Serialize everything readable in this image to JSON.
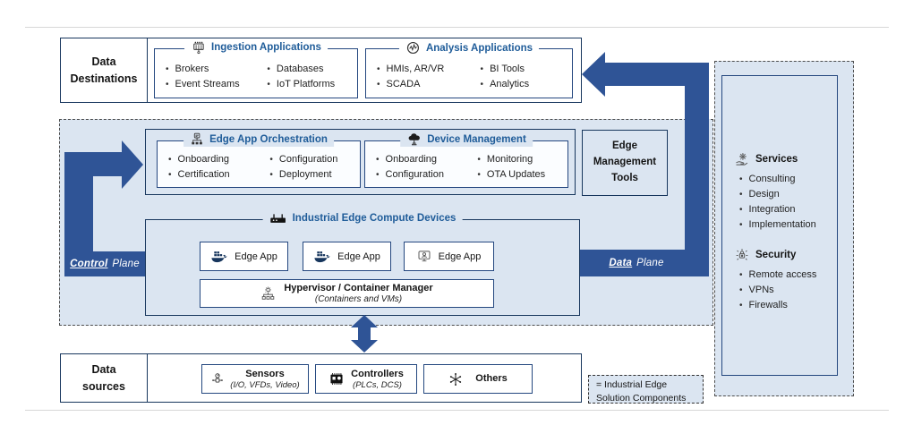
{
  "colors": {
    "arrow_blue": "#2f5496",
    "title_blue": "#1f5c99",
    "panel_fill": "#dbe5f1",
    "border_navy": "#17365d"
  },
  "top_section": {
    "label": {
      "line1": "Data",
      "line2": "Destinations"
    },
    "ingestion": {
      "title": "Ingestion Applications",
      "items": [
        "Brokers",
        "Databases",
        "Event Streams",
        "IoT Platforms"
      ]
    },
    "analysis": {
      "title": "Analysis Applications",
      "items": [
        "HMIs, AR/VR",
        "BI Tools",
        "SCADA",
        "Analytics"
      ]
    }
  },
  "control_plane": {
    "emphasis": "Control",
    "rest": "Plane"
  },
  "data_plane": {
    "emphasis": "Data",
    "rest": "Plane"
  },
  "management": {
    "orchestration": {
      "title": "Edge App Orchestration",
      "items": [
        "Onboarding",
        "Configuration",
        "Certification",
        "Deployment"
      ]
    },
    "device_management": {
      "title": "Device Management",
      "items": [
        "Onboarding",
        "Monitoring",
        "Configuration",
        "OTA Updates"
      ]
    },
    "tools_label": "Edge Management Tools"
  },
  "compute": {
    "title": "Industrial Edge Compute Devices",
    "apps": [
      {
        "label": "Edge App"
      },
      {
        "label": "Edge App"
      },
      {
        "label": "Edge App"
      }
    ],
    "hypervisor": {
      "title": "Hypervisor / Container Manager",
      "subtitle": "(Containers and VMs)"
    }
  },
  "sources_section": {
    "label": {
      "line1": "Data",
      "line2": "sources"
    },
    "sensors": {
      "title": "Sensors",
      "subtitle": "(I/O, VFDs, Video)"
    },
    "controllers": {
      "title": "Controllers",
      "subtitle": "(PLCs, DCS)"
    },
    "others": {
      "title": "Others"
    }
  },
  "legend": {
    "line1": "= Industrial Edge",
    "line2": "Solution Components"
  },
  "right_panel": {
    "services": {
      "title": "Services",
      "items": [
        "Consulting",
        "Design",
        "Integration",
        "Implementation"
      ]
    },
    "security": {
      "title": "Security",
      "items": [
        "Remote access",
        "VPNs",
        "Firewalls"
      ]
    }
  }
}
